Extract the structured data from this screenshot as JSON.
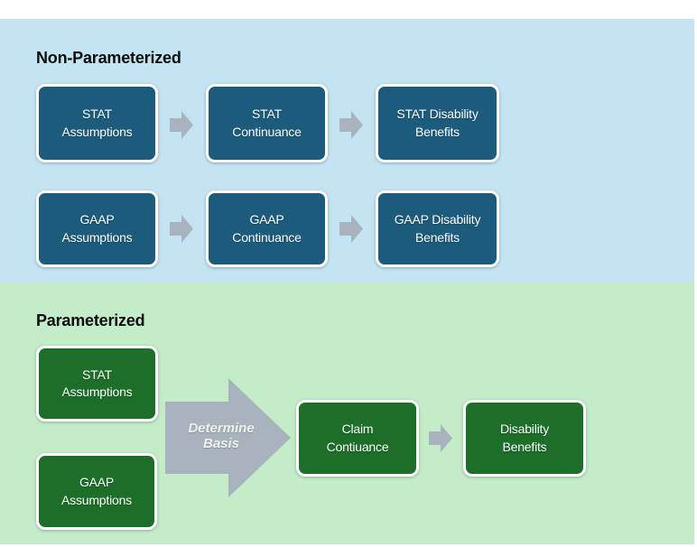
{
  "non_parameterized": {
    "heading": "Non-Parameterized",
    "row1": {
      "box1": [
        "STAT",
        "Assumptions"
      ],
      "box2": [
        "STAT",
        "Continuance"
      ],
      "box3": [
        "STAT Disability",
        "Benefits"
      ]
    },
    "row2": {
      "box1": [
        "GAAP",
        "Assumptions"
      ],
      "box2": [
        "GAAP",
        "Continuance"
      ],
      "box3": [
        "GAAP Disability",
        "Benefits"
      ]
    }
  },
  "parameterized": {
    "heading": "Parameterized",
    "stat_box": [
      "STAT",
      "Assumptions"
    ],
    "gaap_box": [
      "GAAP",
      "Assumptions"
    ],
    "determine_arrow_label": [
      "Determine",
      "Basis"
    ],
    "claim_box": [
      "Claim",
      "Contiuance"
    ],
    "benefits_box": [
      "Disability",
      "Benefits"
    ]
  },
  "colors": {
    "blue_band_bg": "#c3e4f3",
    "blue_box": "#1c5b7c",
    "green_band_bg": "#c2edc8",
    "green_box": "#1c6e28",
    "arrow_gray": "#a9b3bd",
    "heading_text": "#0d0d0d",
    "box_text": "#ffffff"
  }
}
